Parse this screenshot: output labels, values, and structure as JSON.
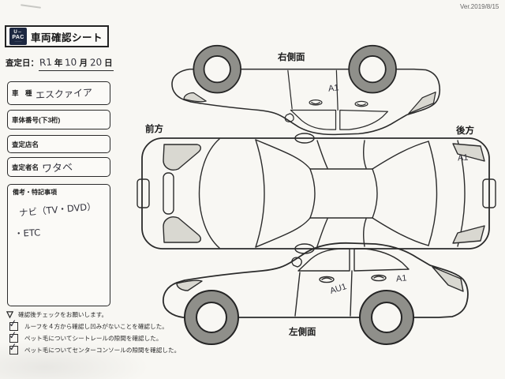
{
  "meta": {
    "version_label": "Ver.2019/8/15"
  },
  "header": {
    "logo_line1": "U⇔",
    "logo_line2": "PAC",
    "title": "車両確認シート"
  },
  "date_row": {
    "label": "査定日：",
    "era_value": "R1",
    "year_suffix": "年",
    "month_value": "10",
    "month_suffix": "月",
    "day_value": "20",
    "day_suffix": "日"
  },
  "fields": {
    "model": {
      "label": "車　種",
      "value": "エスクァイア"
    },
    "vin": {
      "label": "車体番号(下3桁)",
      "value": ""
    },
    "shop": {
      "label": "査定店名",
      "value": ""
    },
    "assessor": {
      "label": "査定者名",
      "value": "ワタベ"
    }
  },
  "remarks": {
    "label": "備考・特記事項",
    "lines": [
      "ナビ（TV・DVD）",
      "・ETC"
    ]
  },
  "checklist": {
    "intro": "確認後チェックをお願いします。",
    "check_glyph": "✓",
    "items": [
      {
        "label": "ルーフを４方から確認し凹みがないことを確認した。",
        "checked": true
      },
      {
        "label": "ペット毛についてシートレールの隙間を確認した。",
        "checked": true
      },
      {
        "label": "ペット毛についてセンターコンソールの隙間を確認した。",
        "checked": true
      }
    ]
  },
  "diagram": {
    "labels": {
      "right_side": "右側面",
      "front": "前方",
      "rear": "後方",
      "left_side": "左側面"
    },
    "annotations": {
      "right_side_door": "A1",
      "top_view_rear": "A1",
      "left_side_door": "AU1",
      "left_side_quarter": "A1"
    }
  },
  "colors": {
    "paper": "#f8f7f3",
    "ink": "#2b2b2b",
    "hand_ink": "#32323c",
    "wheel_fill": "#8f8f8a",
    "light_fill": "#d9d8d1",
    "logo_bg": "#1c2740"
  }
}
